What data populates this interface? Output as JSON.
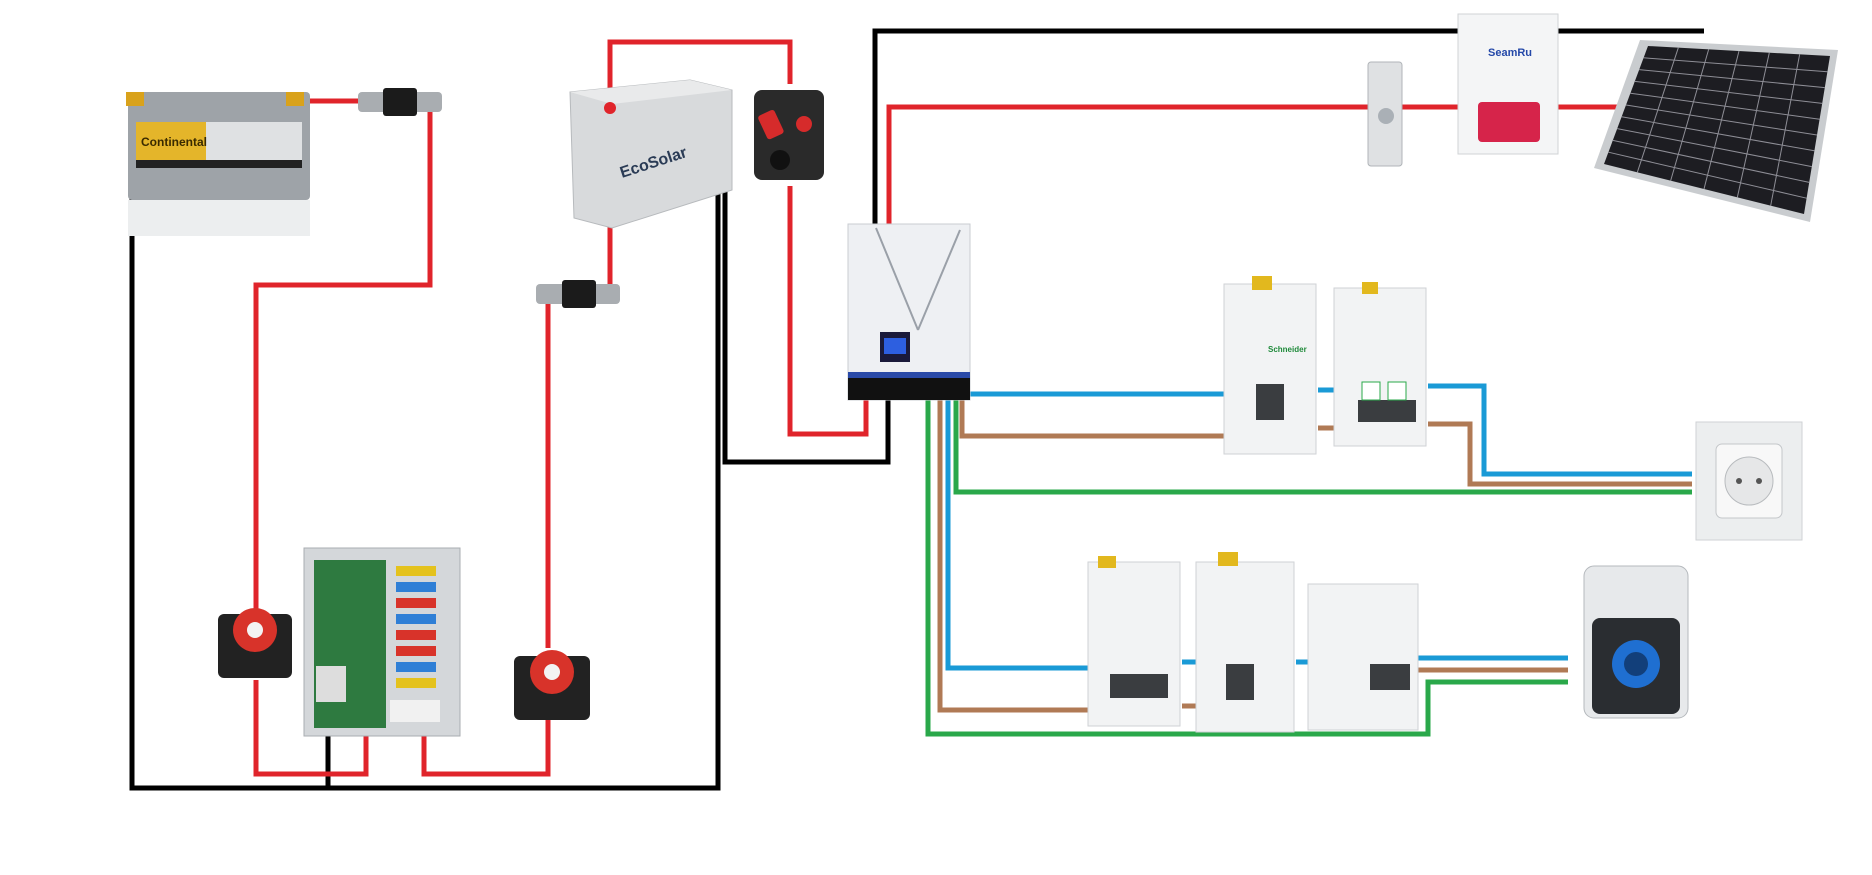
{
  "diagram": {
    "colors": {
      "positive_dc": "#e0242b",
      "negative_dc": "#000000",
      "neutral_ac": "#1a9ad6",
      "live_ac": "#b07a55",
      "earth": "#2aa84a"
    },
    "components": {
      "starter_battery": {
        "logo": "Continental"
      },
      "leisure_battery": {
        "logo": "EcoSolar",
        "subtitle": "Deep Cycle AGM Battery"
      },
      "dc_breaker": {
        "logo": "SeamRu"
      },
      "ac_breakers": {
        "logo": "Schneider"
      }
    }
  }
}
